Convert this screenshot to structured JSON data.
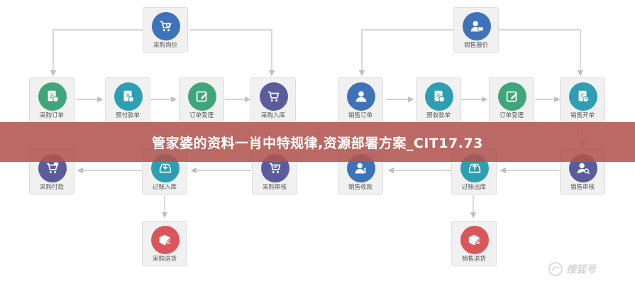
{
  "banner": {
    "title": "管家婆的资料一肖中特规律,资源部署方案_CIT17.73"
  },
  "watermark": {
    "text": "搜狐号"
  },
  "colors": {
    "blue": "#3f73b9",
    "green": "#3fa67b",
    "teal": "#2e9fb3",
    "purple": "#5a5c9c",
    "red": "#d9565a",
    "line": "#c9c9c9"
  },
  "purchase_flow": {
    "inquiry": "采购询价",
    "order": "采购订单",
    "prepayment": "预付款单",
    "order_review": "订单受理",
    "inbound": "采购入库",
    "payment": "采购付款",
    "post_inbound": "过账入库",
    "audit": "采购审核",
    "return": "采购退货"
  },
  "sales_flow": {
    "quote": "销售报价",
    "order": "销售订单",
    "receipt_pre": "预收款单",
    "order_review": "订单受理",
    "invoice": "销售开单",
    "collection": "销售收款",
    "post_outbound": "过账出库",
    "audit": "销售审核",
    "return": "销售退货"
  },
  "icons": {
    "inquiry": "cart-search-icon",
    "order": "document-icon",
    "prepayment": "bill-icon",
    "order_review": "edit-icon",
    "inbound": "cart-icon",
    "payment": "cart-card-icon",
    "post_inbound": "inbox-download-icon",
    "audit": "cart-check-icon",
    "return": "box-warning-icon",
    "quote": "user-card-icon",
    "sales_order": "user-icon",
    "receipt": "bill-icon",
    "invoice": "document-clock-icon",
    "collection": "user-money-icon",
    "outbound": "inbox-upload-icon",
    "sales_audit": "user-search-icon",
    "sales_return": "box-warning-icon"
  }
}
